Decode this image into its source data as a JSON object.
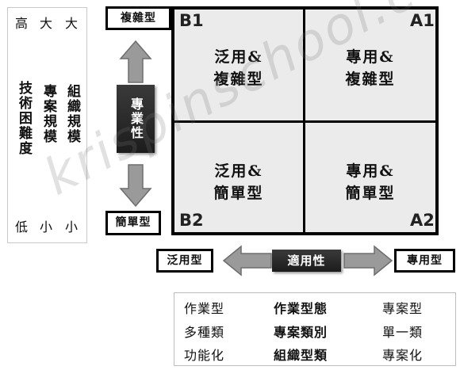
{
  "left_panel": {
    "top_labels": [
      "高",
      "大",
      "大"
    ],
    "bottom_labels": [
      "低",
      "小",
      "小"
    ],
    "columns": [
      "技術困難度",
      "專案規模",
      "組織規模"
    ]
  },
  "vertical_axis": {
    "top_label": "複雜型",
    "bottom_label": "簡單型",
    "bar_label": "專業性"
  },
  "horizontal_axis": {
    "left_label": "泛用型",
    "right_label": "專用型",
    "bar_label": "適用性"
  },
  "quadrants": {
    "b1": {
      "code": "B1",
      "line1": "泛用&",
      "line2": "複雜型"
    },
    "a1": {
      "code": "A1",
      "line1": "專用&",
      "line2": "複雜型"
    },
    "b2": {
      "code": "B2",
      "line1": "泛用&",
      "line2": "簡單型"
    },
    "a2": {
      "code": "A2",
      "line1": "專用&",
      "line2": "簡單型"
    }
  },
  "bottom_table": {
    "rows": [
      [
        "作業型",
        "作業型態",
        "專案型"
      ],
      [
        "多種類",
        "專案類別",
        "單一類"
      ],
      [
        "功能化",
        "組織型類",
        "專案化"
      ]
    ]
  },
  "watermark": "krispinschool.com",
  "colors": {
    "quadrant_fill": "#ebebeb",
    "arrow_fill": "#9a9a9a",
    "bar_fill": "#2a2a2a"
  }
}
